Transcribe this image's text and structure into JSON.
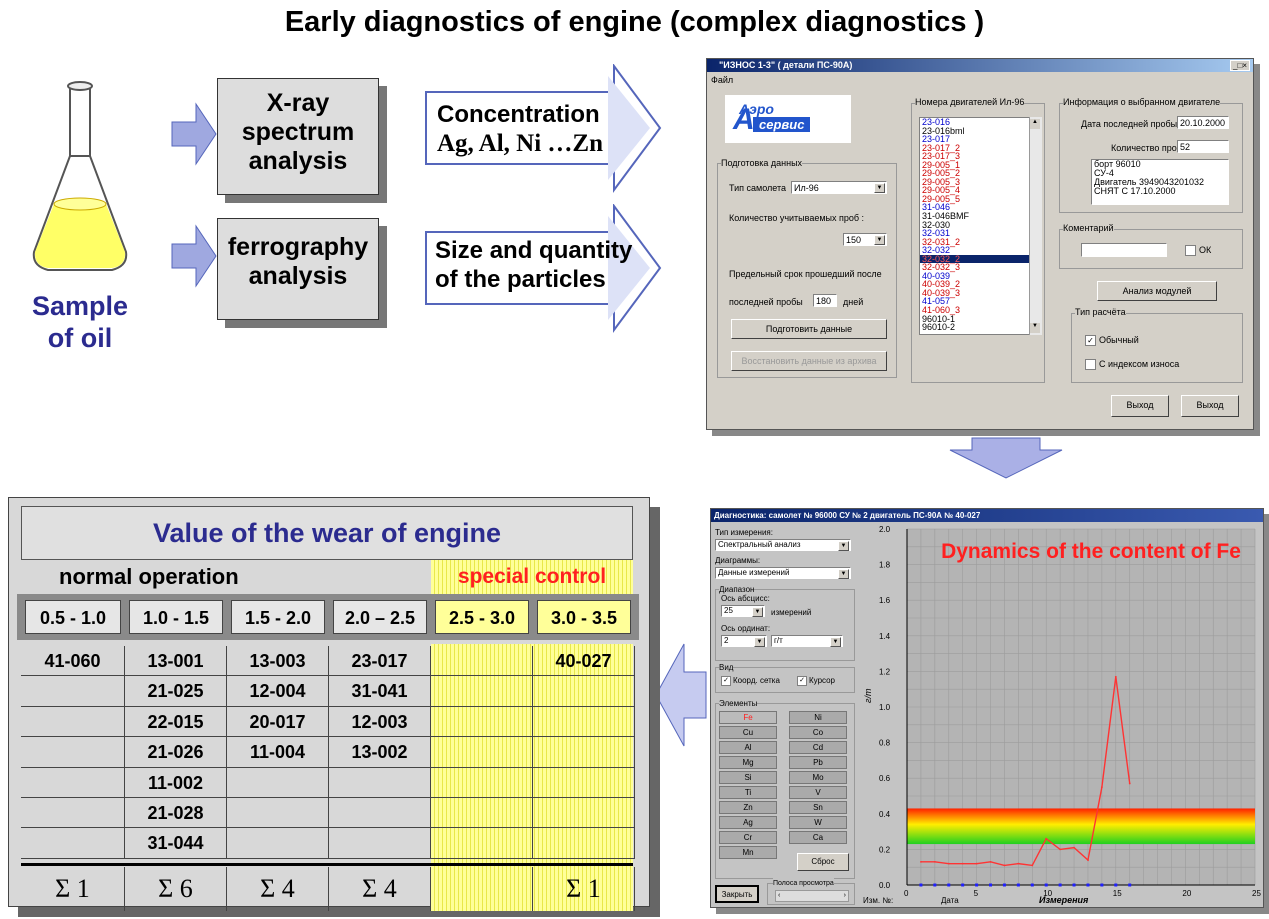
{
  "title": "Early diagnostics of engine (complex diagnostics )",
  "sample_label": [
    "Sample",
    "of oil"
  ],
  "methods": [
    {
      "label": [
        "X-ray",
        "spectrum",
        "analysis"
      ],
      "result": {
        "line1": "Concentration",
        "line2": "Ag, Al, Ni …Zn"
      }
    },
    {
      "label": [
        "ferrography",
        "analysis"
      ],
      "result": {
        "line1": "Size and quantity",
        "line2": "of the particles"
      }
    }
  ],
  "wear_table": {
    "title": "Value of the wear of engine",
    "group_normal": "normal operation",
    "group_special": "special control",
    "columns": [
      "0.5 - 1.0",
      "1.0 - 1.5",
      "1.5 - 2.0",
      "2.0 – 2.5",
      "2.5 - 3.0",
      "3.0 - 3.5"
    ],
    "rows": [
      [
        "41-060",
        "13-001",
        "13-003",
        "23-017",
        "",
        "40-027"
      ],
      [
        "",
        "21-025",
        "12-004",
        "31-041",
        "",
        ""
      ],
      [
        "",
        "22-015",
        "20-017",
        "12-003",
        "",
        ""
      ],
      [
        "",
        "21-026",
        "11-004",
        "13-002",
        "",
        ""
      ],
      [
        "",
        "11-002",
        "",
        "",
        "",
        ""
      ],
      [
        "",
        "21-028",
        "",
        "",
        "",
        ""
      ],
      [
        "",
        "31-044",
        "",
        "",
        "",
        ""
      ]
    ],
    "totals": [
      "Σ 1",
      "Σ 6",
      "Σ 4",
      "Σ 4",
      "",
      "Σ 1"
    ]
  },
  "wear_window": {
    "title": "\"ИЗНОС 1-3\" ( детали ПС-90А)",
    "menu_file": "Файл",
    "logo_line1": "Аэро",
    "logo_line2": "сервис",
    "data_prep": {
      "group_label": "Подготовка данных",
      "aircraft_type_label": "Тип самолета",
      "aircraft_type_value": "Ил-96",
      "samples_count_label": "Количество учитываемых проб :",
      "samples_count_value": "150",
      "period_label": "Предельный срок прошедший после",
      "period_label2": "последней пробы",
      "period_value": "180",
      "period_unit": "дней",
      "prepare_button": "Подготовить данные",
      "restore_button": "Восстановить данные из архива"
    },
    "engines": {
      "group_label": "Номера двигателей Ил-96",
      "items": [
        "23-016",
        "23-016bml",
        "23-017",
        "23-017_2",
        "23-017_3",
        "29-005_1",
        "29-005_2",
        "29-005_3",
        "29-005_4",
        "29-005_5",
        "31-046",
        "31-046ВМF",
        "32-030",
        "32-031",
        "32-031_2",
        "32-032",
        "32-032_2",
        "32-032_3",
        "40-039",
        "40-039_2",
        "40-039_3",
        "41-057",
        "41-060_3",
        "96010-1",
        "96010-2"
      ],
      "colors": [
        "#0000cc",
        "#000000",
        "#0000cc",
        "#cc0000",
        "#cc0000",
        "#cc0000",
        "#cc0000",
        "#cc0000",
        "#cc0000",
        "#cc0000",
        "#0000cc",
        "#000000",
        "#000000",
        "#0000cc",
        "#cc0000",
        "#0000cc",
        "#cc0000",
        "#cc0000",
        "#0000cc",
        "#cc0000",
        "#cc0000",
        "#0000cc",
        "#cc0000",
        "#000000",
        "#000000"
      ]
    },
    "info": {
      "group_label": "Информация о выбранном двигателе",
      "last_sample_label": "Дата последней пробы",
      "last_sample_value": "20.10.2000",
      "samples_label": "Количество проб",
      "samples_value": "52",
      "details": [
        "борт 96010",
        "СУ-4",
        "Двигатель 3949043201032",
        "СНЯТ С 17.10.2000"
      ]
    },
    "comment": {
      "group_label": "Коментарий",
      "ok_label": "ОК"
    },
    "analyze_button": "Анализ модулей",
    "calc": {
      "group_label": "Тип расчёта",
      "normal": "Обычный",
      "with_index": "С индексом износа"
    },
    "exit_button_1": "Выход",
    "exit_button_2": "Выход"
  },
  "diag_window": {
    "title": "Диагностика:  самолет № 96000  СУ № 2  двигатель ПС-90А № 40-027",
    "measure_type_label": "Тип измерения:",
    "measure_type_value": "Спектральный анализ",
    "charts_label": "Диаграммы:",
    "charts_value": "Данные измерений",
    "range_label": "Диапазон",
    "x_axis_label": "Ось абсцисс:",
    "x_axis_value": "25",
    "x_axis_unit": "измерений",
    "y_axis_label": "Ось ординат:",
    "y_axis_value": "2",
    "y_axis_unit": "г/т",
    "view_label": "Вид",
    "grid_label": "Коорд. сетка",
    "cursor_label": "Курсор",
    "elements_label": "Элементы",
    "elements_left": [
      "Fe",
      "Cu",
      "Al",
      "Mg",
      "Si",
      "Ti",
      "Zn",
      "Ag",
      "Cr",
      "Mn"
    ],
    "elements_right": [
      "Ni",
      "Co",
      "Cd",
      "Pb",
      "Mo",
      "V",
      "Sn",
      "W",
      "Ca"
    ],
    "reset_button": "Сброс",
    "close_button": "Закрыть",
    "scroll_label": "Полоса просмотра",
    "chart_annotation": "Dynamics of the content of Fe"
  },
  "chart_data": {
    "type": "line",
    "title": "",
    "xlabel": "Измерения",
    "ylabel": "г/т",
    "xlim": [
      0,
      25
    ],
    "ylim": [
      0,
      2.0
    ],
    "x_ticks": [
      "0",
      "5",
      "10",
      "15",
      "20",
      "25"
    ],
    "y_ticks": [
      "0.0",
      "0.2",
      "0.4",
      "0.6",
      "0.8",
      "1.0",
      "1.2",
      "1.4",
      "1.6",
      "1.8",
      "2.0"
    ],
    "x_footer_labels": [
      "Изм. №:",
      "Дата"
    ],
    "band_range": [
      0.23,
      0.43
    ],
    "series": [
      {
        "x": [
          1,
          2,
          3,
          4,
          5,
          6,
          7,
          8,
          9,
          10,
          11,
          12,
          13,
          14,
          15,
          16
        ],
        "y": [
          0.13,
          0.13,
          0.12,
          0.12,
          0.12,
          0.13,
          0.11,
          0.12,
          0.11,
          0.26,
          0.2,
          0.21,
          0.14,
          0.55,
          1.17,
          0.57
        ]
      }
    ],
    "color": "#ff3333",
    "grid": true
  }
}
